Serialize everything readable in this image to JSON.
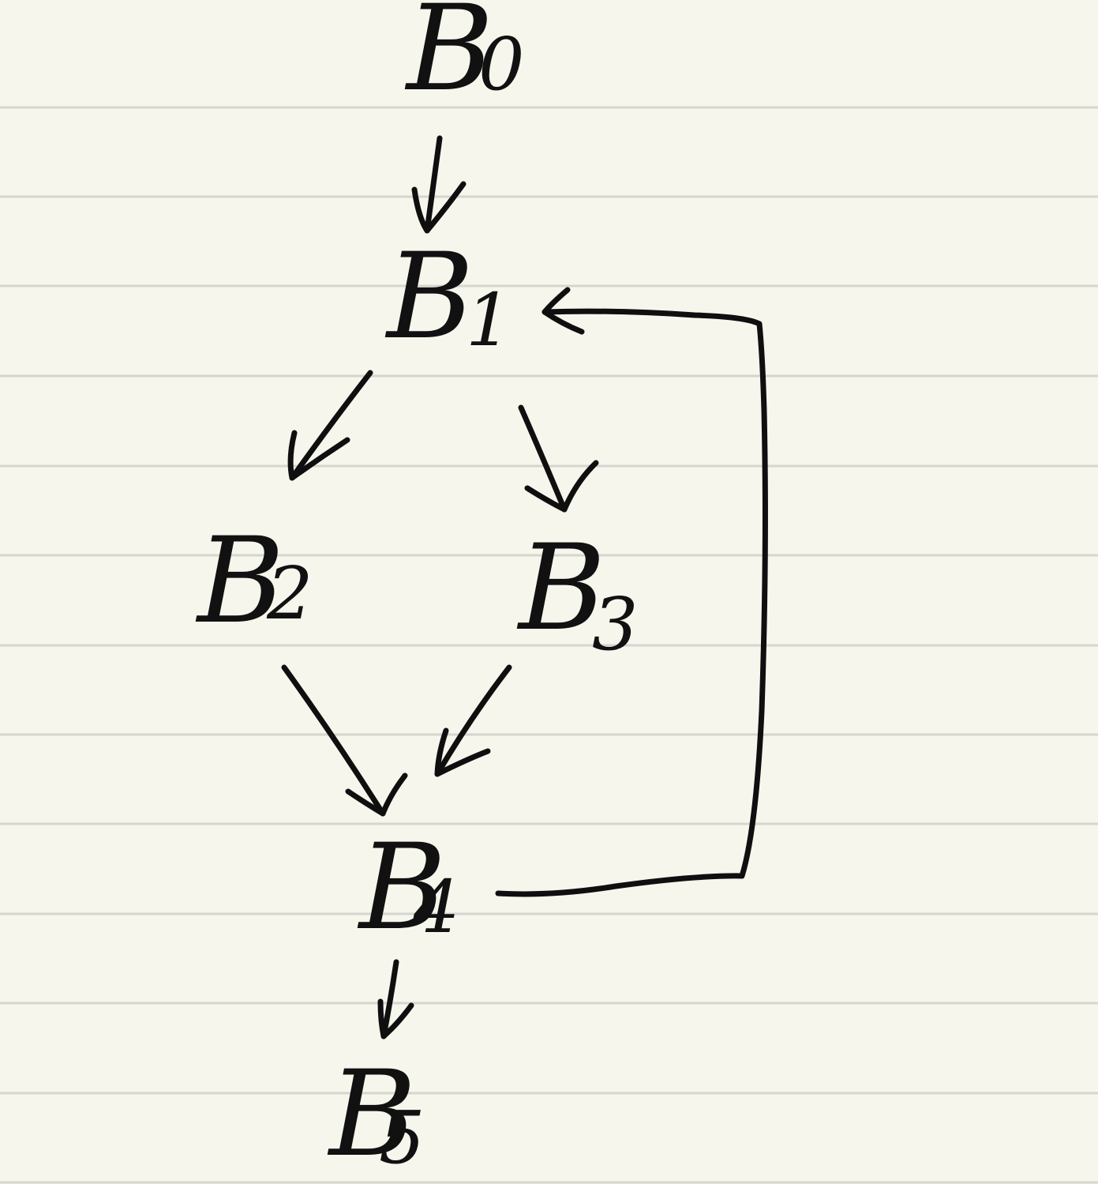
{
  "nodes": [
    {
      "id": "B0",
      "letter": "B",
      "subscript": "0"
    },
    {
      "id": "B1",
      "letter": "B",
      "subscript": "1"
    },
    {
      "id": "B2",
      "letter": "B",
      "subscript": "2"
    },
    {
      "id": "B3",
      "letter": "B",
      "subscript": "3"
    },
    {
      "id": "B4",
      "letter": "B",
      "subscript": "4"
    },
    {
      "id": "B5",
      "letter": "B",
      "subscript": "5"
    }
  ],
  "edges": [
    {
      "from": "B0",
      "to": "B1"
    },
    {
      "from": "B1",
      "to": "B2"
    },
    {
      "from": "B1",
      "to": "B3"
    },
    {
      "from": "B2",
      "to": "B4"
    },
    {
      "from": "B3",
      "to": "B4"
    },
    {
      "from": "B4",
      "to": "B1"
    },
    {
      "from": "B4",
      "to": "B5"
    }
  ],
  "colors": {
    "paper": "#f6f6ec",
    "ruling": "#d6d6d0",
    "ink": "#0f0f0f"
  }
}
